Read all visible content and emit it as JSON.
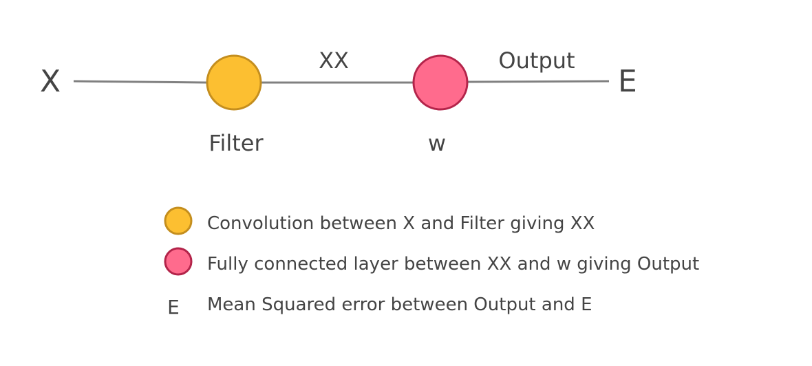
{
  "nodes": {
    "input": "X",
    "filter": "Filter",
    "weights": "w",
    "target": "E"
  },
  "edges": {
    "conv_output": "XX",
    "fc_output": "Output"
  },
  "legend": [
    {
      "symbol": "yellow-circle",
      "text": "Convolution between X and Filter giving XX"
    },
    {
      "symbol": "pink-circle",
      "text": "Fully connected layer between XX and w giving Output"
    },
    {
      "symbol": "E",
      "text": "Mean Squared error between Output and E"
    }
  ],
  "colors": {
    "yellow_fill": "#FCBF31",
    "yellow_stroke": "#C48E1E",
    "pink_fill": "#FF6B8D",
    "pink_stroke": "#B3244A",
    "line": "#808080",
    "text": "#444444"
  }
}
